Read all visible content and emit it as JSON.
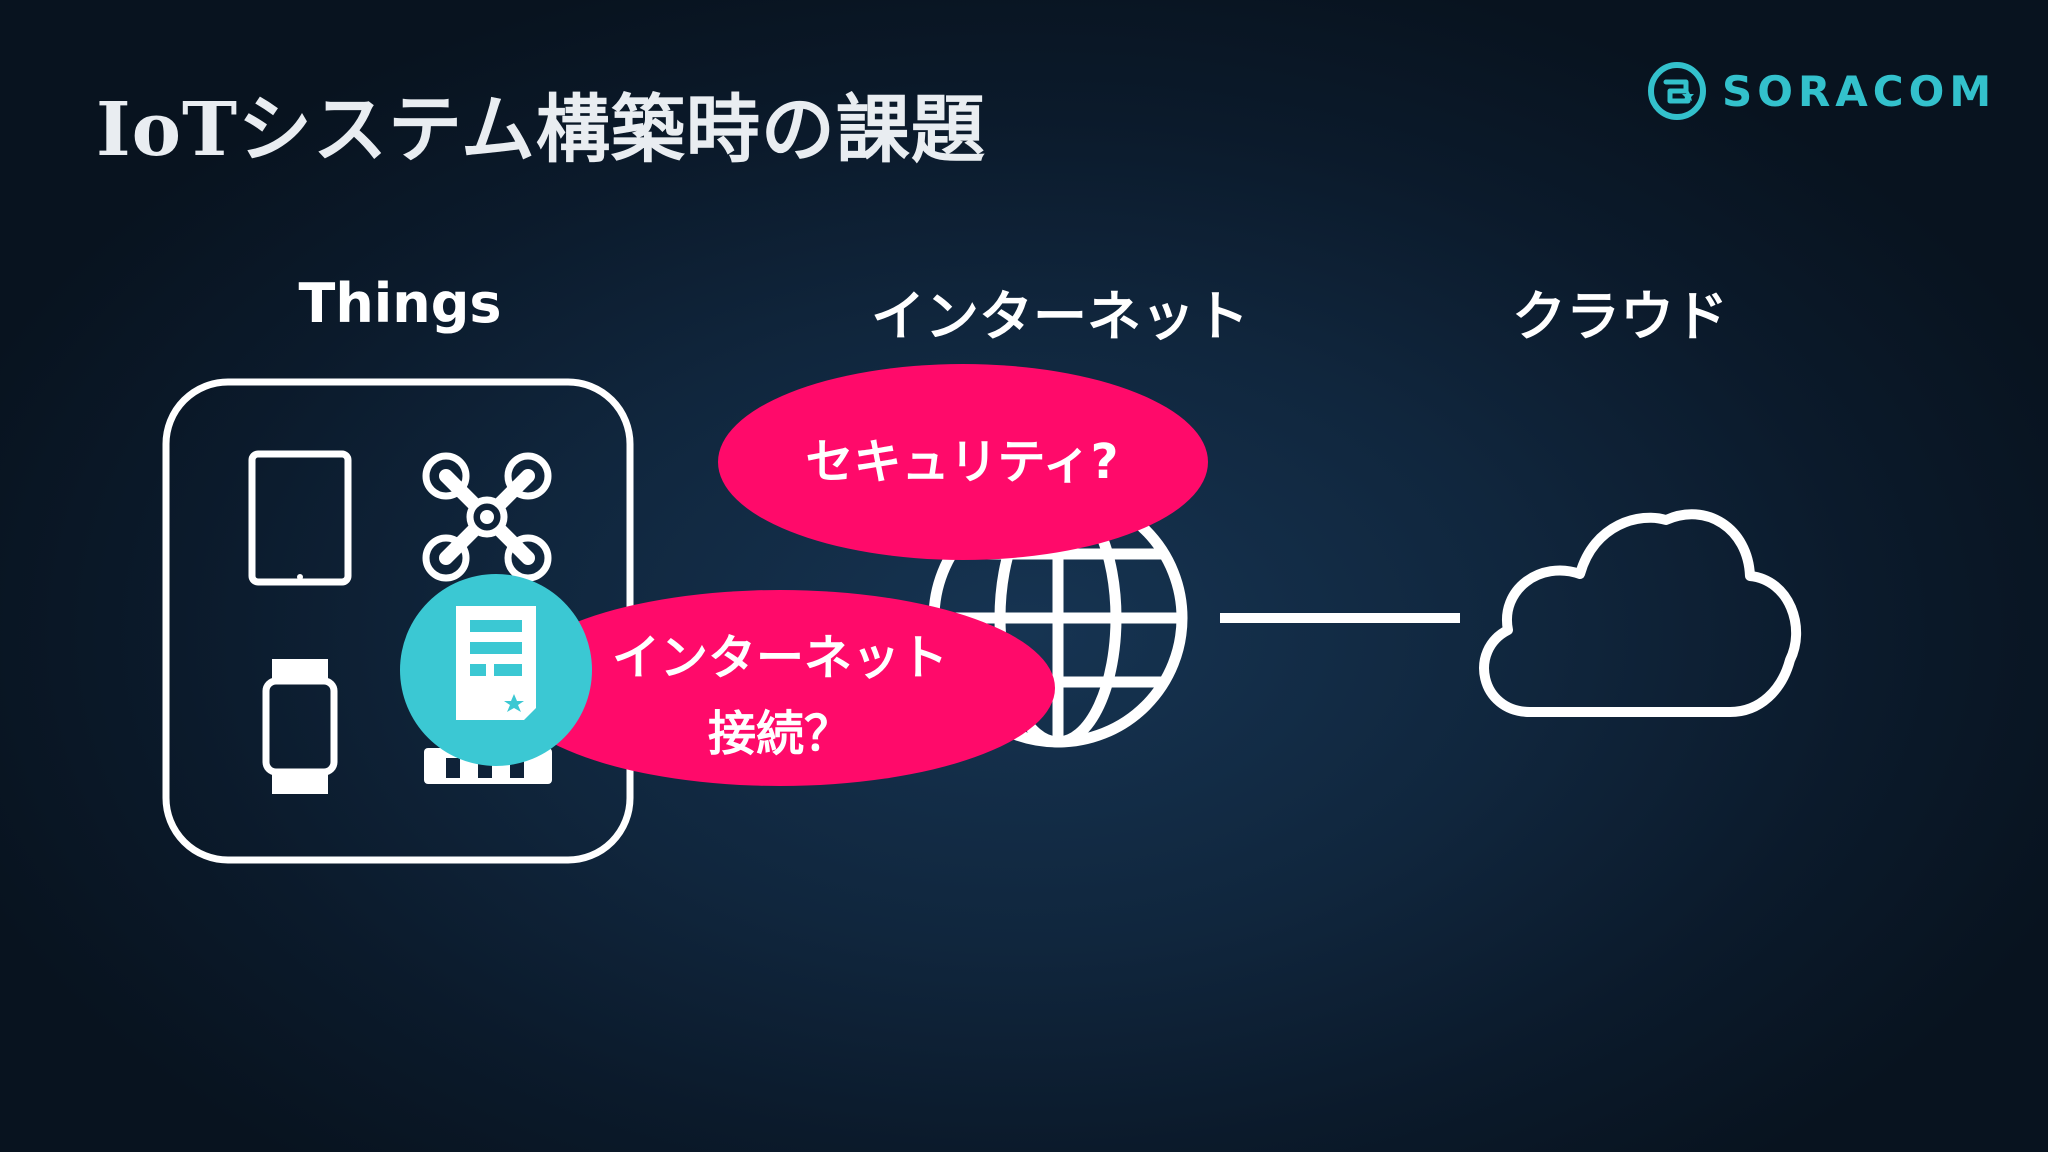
{
  "slide": {
    "title": "IoTシステム構築時の課題",
    "logo_text": "SORACOM"
  },
  "columns": {
    "things": "Things",
    "internet": "インターネット",
    "cloud": "クラウド"
  },
  "callouts": {
    "security": "セキュリティ?",
    "connection_line1": "インターネット",
    "connection_line2": "接続？"
  },
  "icons": {
    "devices": [
      "tablet-icon",
      "drone-icon",
      "smartwatch-icon",
      "sensor-icon"
    ],
    "sim": "sim-card-icon",
    "internet": "globe-icon",
    "cloud": "cloud-icon",
    "logo": "soracom-logo-icon"
  },
  "colors": {
    "accent_pink": "#ff0a6a",
    "brand_teal": "#33c1cc",
    "sim_badge": "#3bc8d3",
    "foreground": "#ffffff"
  }
}
